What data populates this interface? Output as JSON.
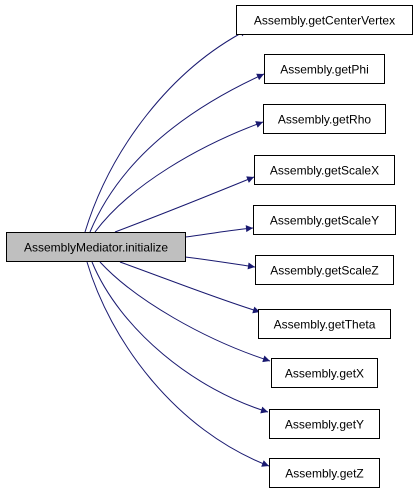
{
  "graph": {
    "source": {
      "label": "AssemblyMediator.initialize"
    },
    "targets": [
      {
        "label": "Assembly.getCenterVertex"
      },
      {
        "label": "Assembly.getPhi"
      },
      {
        "label": "Assembly.getRho"
      },
      {
        "label": "Assembly.getScaleX"
      },
      {
        "label": "Assembly.getScaleY"
      },
      {
        "label": "Assembly.getScaleZ"
      },
      {
        "label": "Assembly.getTheta"
      },
      {
        "label": "Assembly.getX"
      },
      {
        "label": "Assembly.getY"
      },
      {
        "label": "Assembly.getZ"
      }
    ],
    "colors": {
      "source_fill": "#bfbfbf",
      "target_fill": "#ffffff",
      "node_stroke": "#000000",
      "edge": "#191970"
    }
  }
}
